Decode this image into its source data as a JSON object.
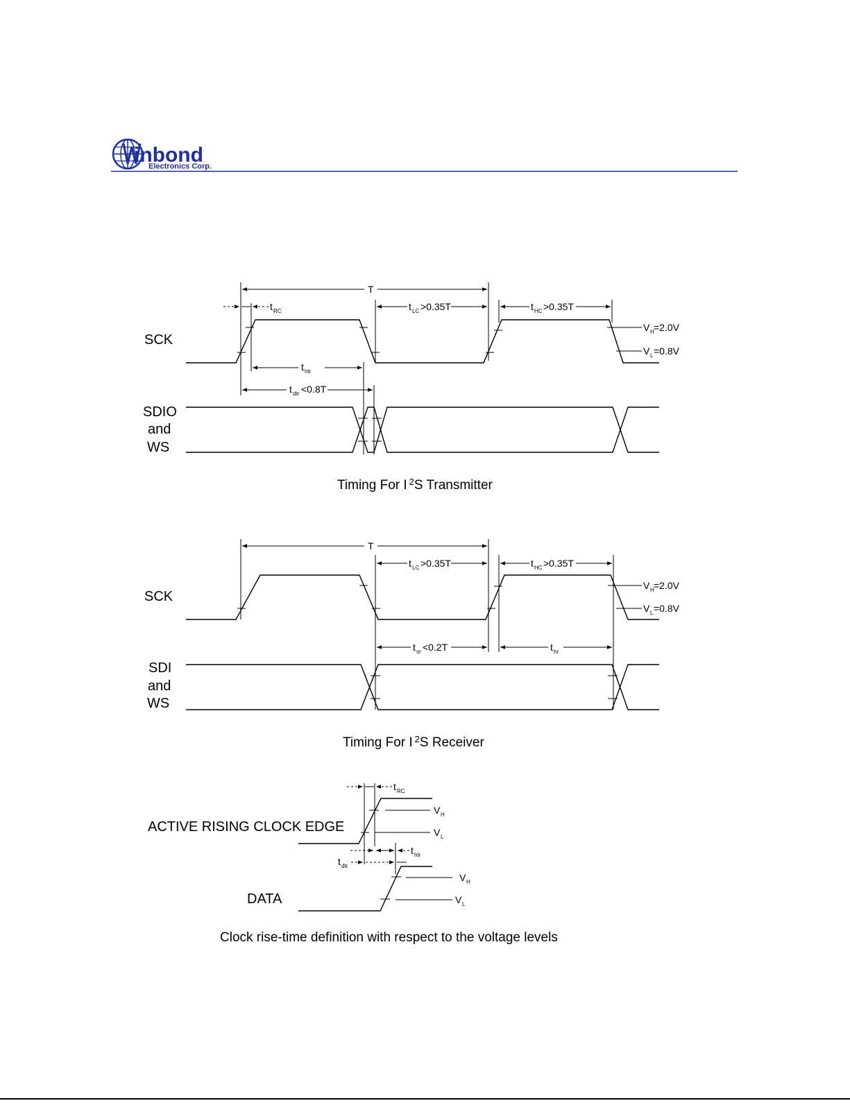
{
  "header": {
    "logo_main": "inbond",
    "logo_sub": "Electronics Corp."
  },
  "transmitter": {
    "sig_sck": "SCK",
    "sig_data": [
      "SDIO",
      "and",
      "WS"
    ],
    "label_T": "T",
    "label_trc": "RC",
    "label_tlc": ">0.35T",
    "label_thc": ">0.35T",
    "label_thtr": "htr",
    "label_tdtr": "<0.8T",
    "vh": "=2.0V",
    "vl": "=0.8V",
    "caption_pre": "Timing For I",
    "caption_sup": "2",
    "caption_post": "S Transmitter"
  },
  "receiver": {
    "sig_sck": "SCK",
    "sig_data": [
      "SDI",
      "and",
      "WS"
    ],
    "label_T": "T",
    "label_tlc": ">0.35T",
    "label_thc": ">0.35T",
    "label_tsr": "<0.2T",
    "label_thr": "hr",
    "vh": "=2.0V",
    "vl": "=0.8V",
    "caption_pre": "Timing For I",
    "caption_sup": "2",
    "caption_post": "S Receiver"
  },
  "risetime": {
    "sig_clock": "ACTIVE RISING CLOCK EDGE",
    "sig_data": "DATA",
    "label_trc": "RC",
    "label_thtr": "htr",
    "label_tdtr": "dtr",
    "vh": "H",
    "vl": "L",
    "caption": "Clock rise-time definition with respect to the voltage levels"
  },
  "colors": {
    "brand": "#1d2fa0",
    "line": "#000000"
  }
}
